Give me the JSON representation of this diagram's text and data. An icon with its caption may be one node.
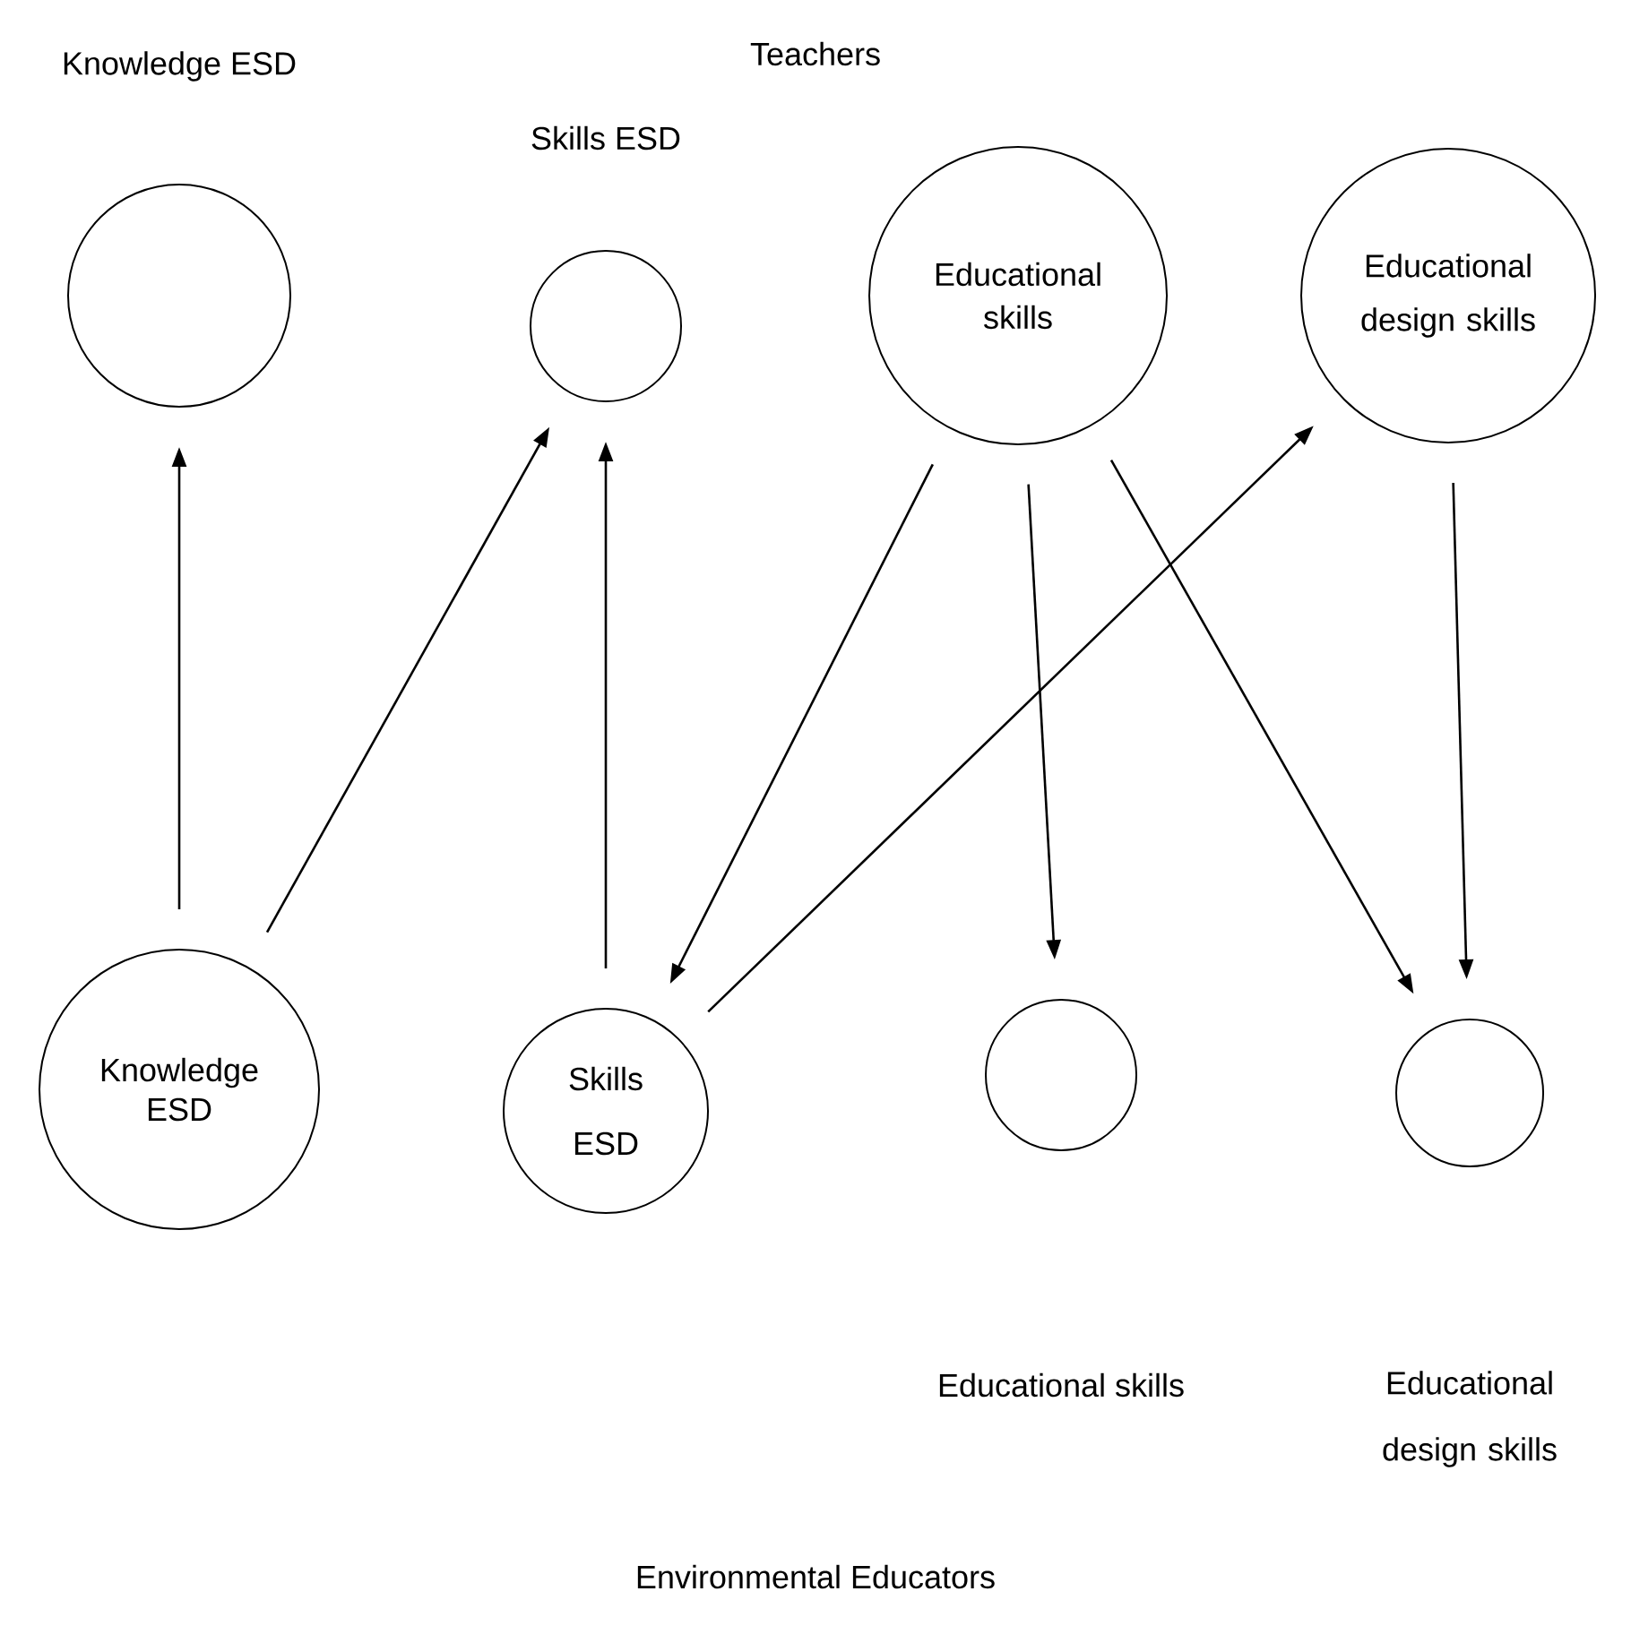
{
  "diagram": {
    "nodes": [
      {
        "text": [
          "Knowledge ESD"
        ]
      },
      {
        "text": [
          "Skills ESD"
        ]
      },
      {
        "text": [
          "Educational skills"
        ]
      },
      {
        "text": [
          "Educational design skills"
        ]
      },
      {
        "text": [
          "Knowledge ESD"
        ]
      },
      {
        "text": [
          "Skills ESD"
        ]
      },
      {
        "text": [],
        "shape": "circle"
      },
      {
        "text": [],
        "shape": "circle"
      }
    ],
    "edges": [
      {
        "from": 4,
        "to": 0,
        "arrow": "to"
      },
      {
        "from": 4,
        "to": 1,
        "arrow": "to"
      },
      {
        "from": 5,
        "to": 1,
        "arrow": "to"
      },
      {
        "from": 5,
        "to": 3,
        "arrow": "to"
      },
      {
        "from": 2,
        "to": 5,
        "arrow": "to"
      },
      {
        "from": 2,
        "to": 6,
        "arrow": "to"
      },
      {
        "from": 2,
        "to": 7,
        "arrow": "to"
      },
      {
        "from": 3,
        "to": 7,
        "arrow": "to"
      }
    ],
    "labels": [
      "Teachers",
      "Educational skills",
      "Educational design skills",
      "Environmental Educators"
    ]
  }
}
